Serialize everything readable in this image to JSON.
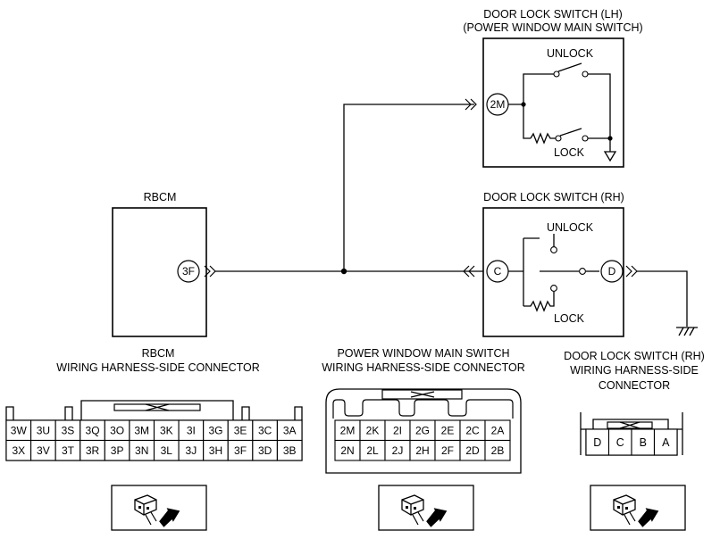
{
  "labels": {
    "lh_switch_title_1": "DOOR LOCK SWITCH (LH)",
    "lh_switch_title_2": "(POWER WINDOW MAIN SWITCH)",
    "rh_switch_title": "DOOR LOCK SWITCH (RH)",
    "rbcm_title": "RBCM",
    "unlock": "UNLOCK",
    "lock": "LOCK"
  },
  "terminals": {
    "lh": "2M",
    "rbcm": "3F",
    "rh_c": "C",
    "rh_d": "D"
  },
  "connectors": {
    "rbcm": {
      "title_1": "RBCM",
      "title_2": "WIRING HARNESS-SIDE CONNECTOR",
      "row1": [
        "3W",
        "3U",
        "3S",
        "3Q",
        "3O",
        "3M",
        "3K",
        "3I",
        "3G",
        "3E",
        "3C",
        "3A"
      ],
      "row2": [
        "3X",
        "3V",
        "3T",
        "3R",
        "3P",
        "3N",
        "3L",
        "3J",
        "3H",
        "3F",
        "3D",
        "3B"
      ]
    },
    "pw_main": {
      "title_1": "POWER WINDOW MAIN SWITCH",
      "title_2": "WIRING HARNESS-SIDE CONNECTOR",
      "row1": [
        "2M",
        "2K",
        "2I",
        "2G",
        "2E",
        "2C",
        "2A"
      ],
      "row2": [
        "2N",
        "2L",
        "2J",
        "2H",
        "2F",
        "2D",
        "2B"
      ]
    },
    "rh": {
      "title_1": "DOOR LOCK SWITCH (RH)",
      "title_2": "WIRING HARNESS-SIDE",
      "title_3": "CONNECTOR",
      "row1": [
        "D",
        "C",
        "B",
        "A"
      ]
    }
  }
}
